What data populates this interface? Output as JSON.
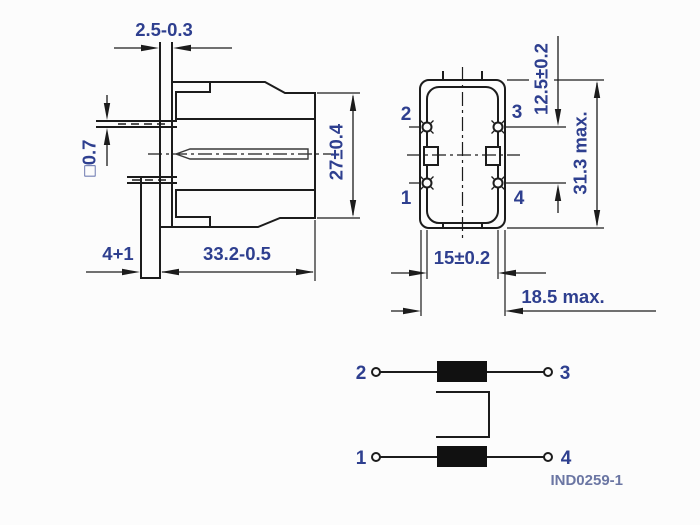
{
  "drawing": {
    "bg_color": "#fcfcfc",
    "line_color": "#1c1c1c",
    "text_color": "#2e3f8f",
    "footer_color": "#6b76a3",
    "side_view": {
      "flange_thickness": "2.5-0.3",
      "pin_square": "□0.7",
      "body_height": "27±0.4",
      "standoff_width": "4+1",
      "body_length": "33.2-0.5"
    },
    "top_view": {
      "pin2": "2",
      "pin3": "3",
      "pin1": "1",
      "pin4": "4",
      "pin_row_pitch": "12.5±0.2",
      "overall_length": "31.3 max.",
      "pin_col_pitch": "15±0.2",
      "overall_width": "18.5 max."
    },
    "schematic": {
      "pin2": "2",
      "pin3": "3",
      "pin1": "1",
      "pin4": "4",
      "figure_id": "IND0259-1"
    }
  }
}
